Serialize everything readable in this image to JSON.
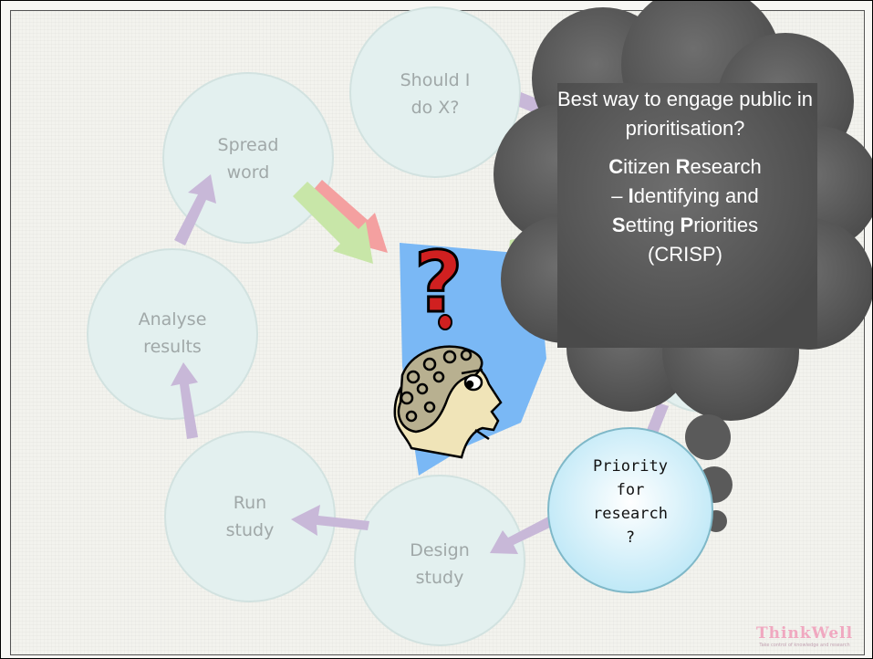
{
  "cycle_nodes": [
    {
      "id": "should",
      "label": "Should I\ndo X?"
    },
    {
      "id": "spread",
      "label": "Spread\nword"
    },
    {
      "id": "analyse",
      "label": "Analyse\nresults"
    },
    {
      "id": "run",
      "label": "Run\nstudy"
    },
    {
      "id": "design",
      "label": "Design\nstudy"
    },
    {
      "id": "priority",
      "label": "Priority\nfor\nresearch\n?"
    }
  ],
  "thought_cloud": {
    "question": "Best way to engage public in prioritisation?",
    "name_lines": [
      [
        {
          "t": "C",
          "b": true
        },
        {
          "t": "itizen ",
          "b": false
        },
        {
          "t": "R",
          "b": true
        },
        {
          "t": "esearch",
          "b": false
        }
      ],
      [
        {
          "t": "– ",
          "b": false
        },
        {
          "t": "I",
          "b": true
        },
        {
          "t": "dentifying and",
          "b": false
        }
      ],
      [
        {
          "t": "S",
          "b": true
        },
        {
          "t": "etting ",
          "b": false
        },
        {
          "t": "P",
          "b": true
        },
        {
          "t": "riorities",
          "b": false
        }
      ],
      [
        {
          "t": "(CRISP)",
          "b": false
        }
      ]
    ]
  },
  "question_mark": "?",
  "logo": {
    "name": "ThinkWell",
    "tagline": "Take control of knowledge and research"
  },
  "colors": {
    "node_fill": "#e3f0ef",
    "node_text": "#a0a8a8",
    "arrow": "#c8b8d8",
    "arrow_green": "#c8e6a8",
    "arrow_red": "#f4a0a0",
    "cloud": "#5b5b5b",
    "priority_fill": "#cdeef8",
    "blue_panel": "#7ab8f5",
    "question_mark": "#d02020"
  }
}
